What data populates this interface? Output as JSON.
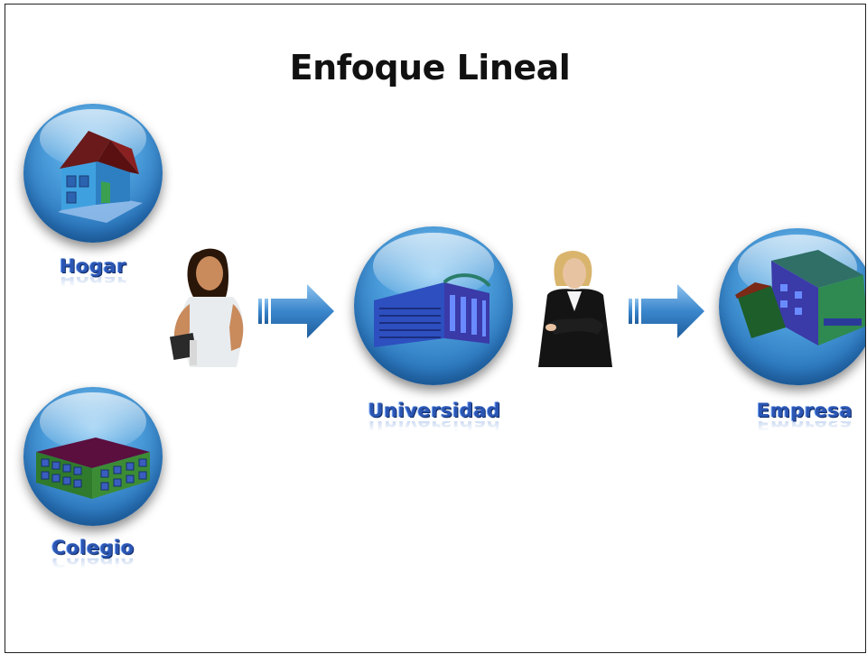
{
  "title": "Enfoque Lineal",
  "nodes": {
    "hogar": "Hogar",
    "colegio": "Colegio",
    "universidad": "Universidad",
    "empresa": "Empresa"
  },
  "icons": {
    "hogar": "house-icon",
    "colegio": "school-building-icon",
    "universidad": "university-building-icon",
    "empresa": "company-building-icon",
    "student": "student-person-icon",
    "professional": "businesswoman-person-icon",
    "arrow": "right-arrow-icon"
  },
  "colors": {
    "circle": "#3b8ad0",
    "label": "#2c56b3",
    "arrow": "#3a86cc"
  }
}
